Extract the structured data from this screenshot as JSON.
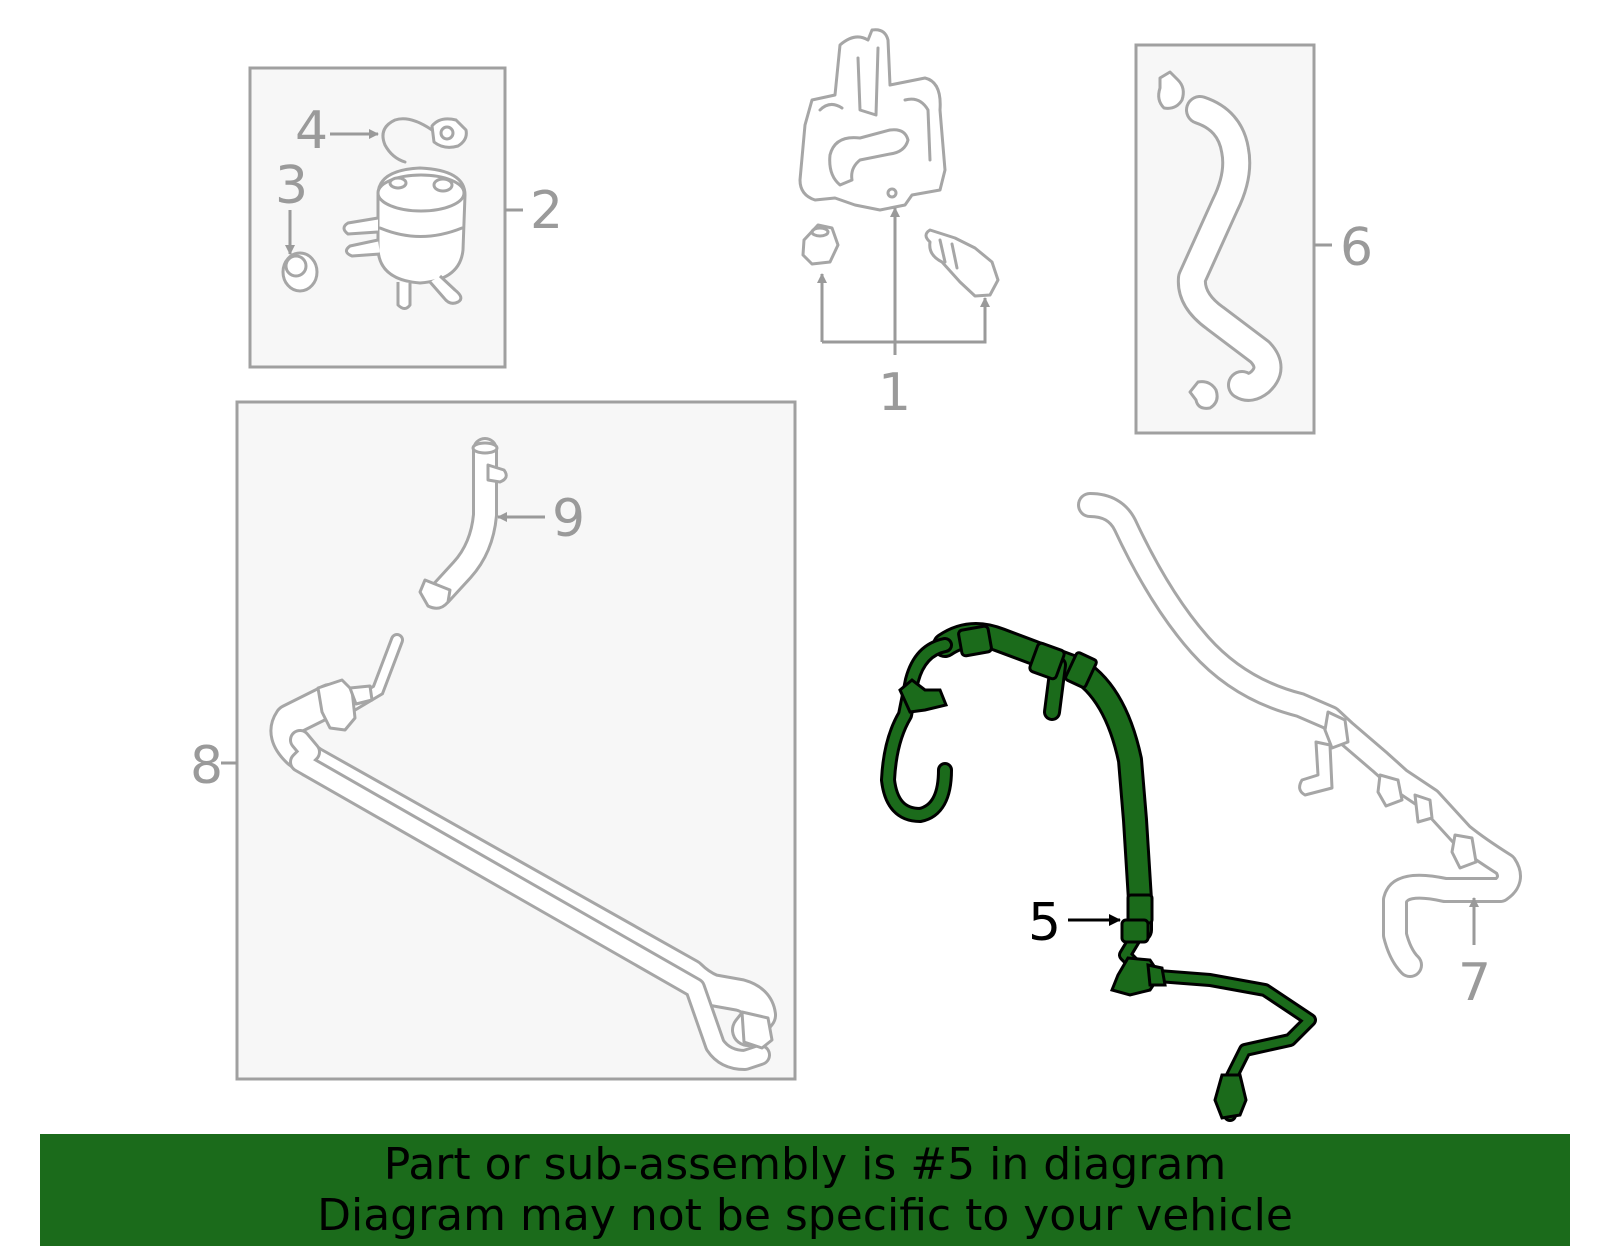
{
  "callouts": {
    "c1": "1",
    "c2": "2",
    "c3": "3",
    "c4": "4",
    "c5": "5",
    "c6": "6",
    "c7": "7",
    "c8": "8",
    "c9": "9"
  },
  "highlight_color": "#1b6b1b",
  "line_color": "#a6a6a6",
  "banner": {
    "line1": "Part or sub-assembly is #5 in diagram",
    "line2": "Diagram may not be specific to your vehicle"
  }
}
